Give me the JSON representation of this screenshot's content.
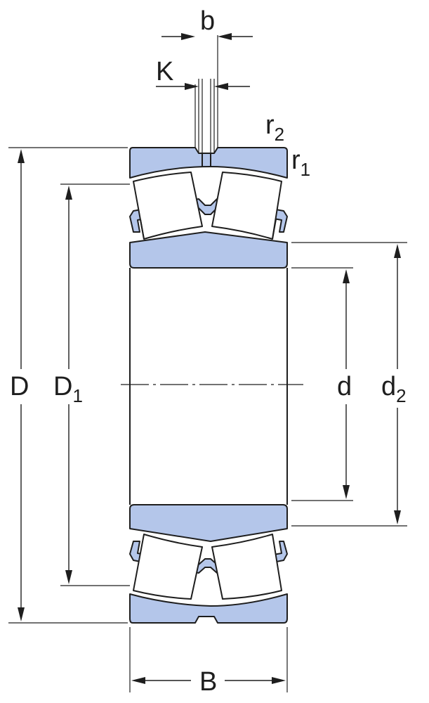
{
  "labels": {
    "b": "b",
    "K": "K",
    "r2_main": "r",
    "r2_sub": "2",
    "r1_main": "r",
    "r1_sub": "1",
    "D": "D",
    "D1_main": "D",
    "D1_sub": "1",
    "d": "d",
    "d2_main": "d",
    "d2_sub": "2",
    "B": "B"
  },
  "colors": {
    "ring_fill": "#b4c6ea",
    "line": "#1e1e1e",
    "background": "#ffffff"
  }
}
